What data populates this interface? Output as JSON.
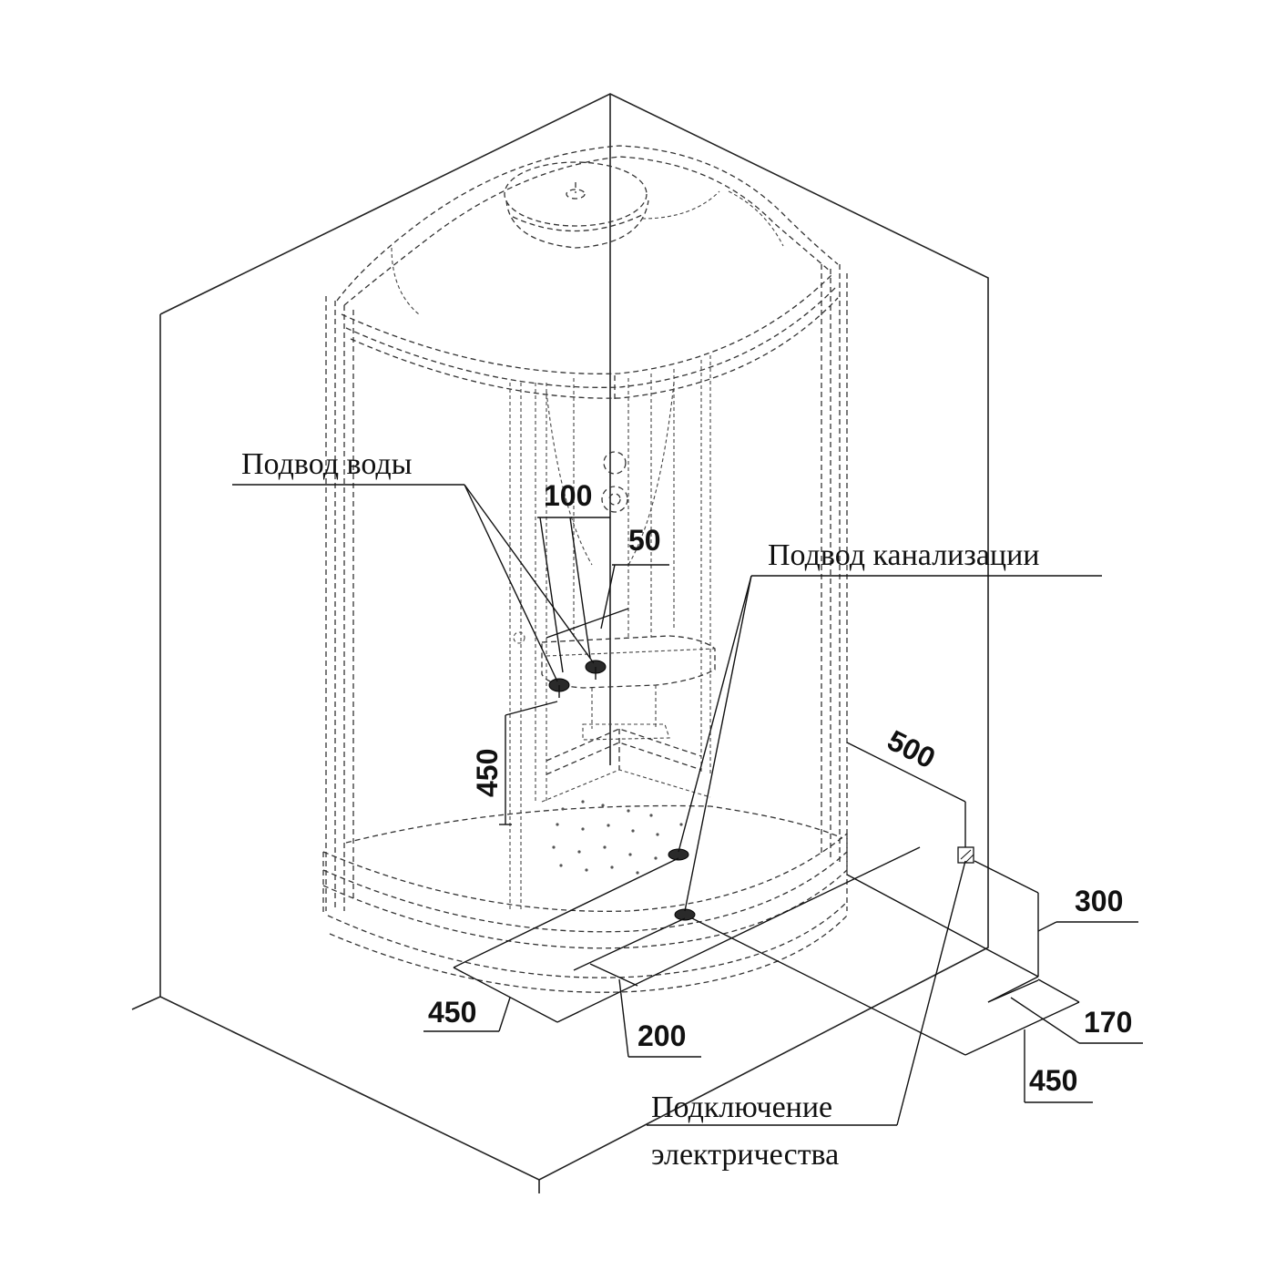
{
  "labels": {
    "water_supply": "Подвод воды",
    "sewage_supply": "Подвод канализации",
    "electric_line1": "Подключение",
    "electric_line2": "электричества"
  },
  "dimensions": {
    "d100": "100",
    "d50": "50",
    "d450_vertical": "450",
    "d500": "500",
    "d300": "300",
    "d170": "170",
    "d450_right": "450",
    "d450_left": "450",
    "d200": "200"
  },
  "colors": {
    "line": "#222222",
    "background": "#ffffff",
    "port_fill": "#2a2a2a"
  }
}
